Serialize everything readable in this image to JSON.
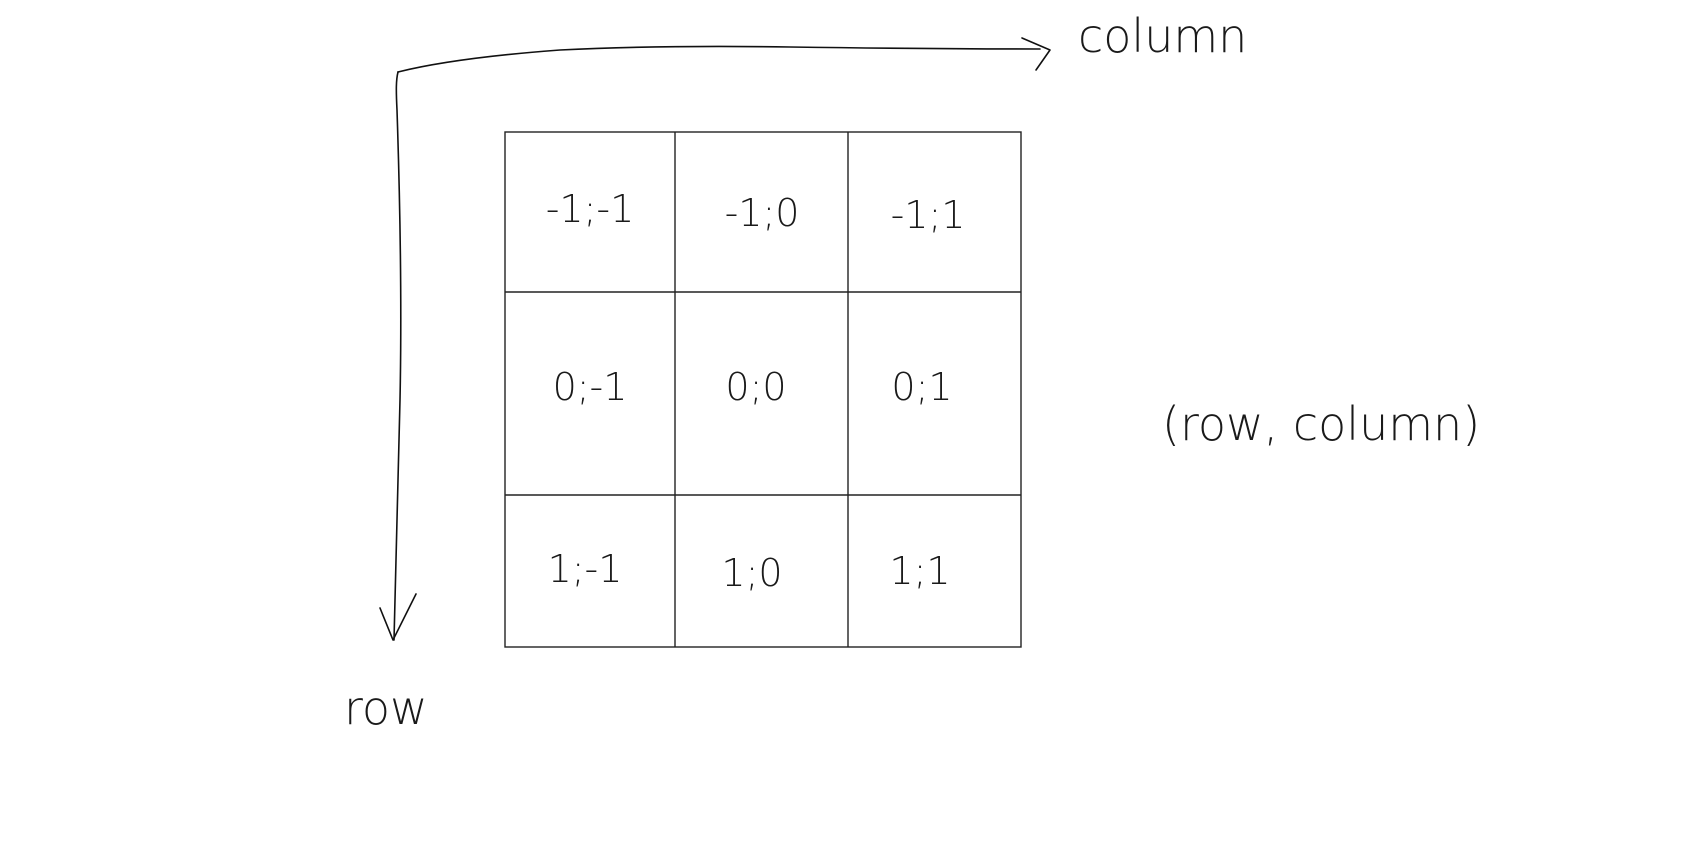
{
  "diagram": {
    "axis_labels": {
      "column": "column",
      "row": "row"
    },
    "legend": "(row, column)",
    "grid": {
      "rows": 3,
      "cols": 3,
      "cells": [
        [
          "-1;-1",
          "-1;0",
          "-1;1"
        ],
        [
          "0;-1",
          "0;0",
          "0;1"
        ],
        [
          "1;-1",
          "1;0",
          "1;1"
        ]
      ]
    },
    "colors": {
      "ink": "#111111",
      "background": "#ffffff"
    }
  }
}
